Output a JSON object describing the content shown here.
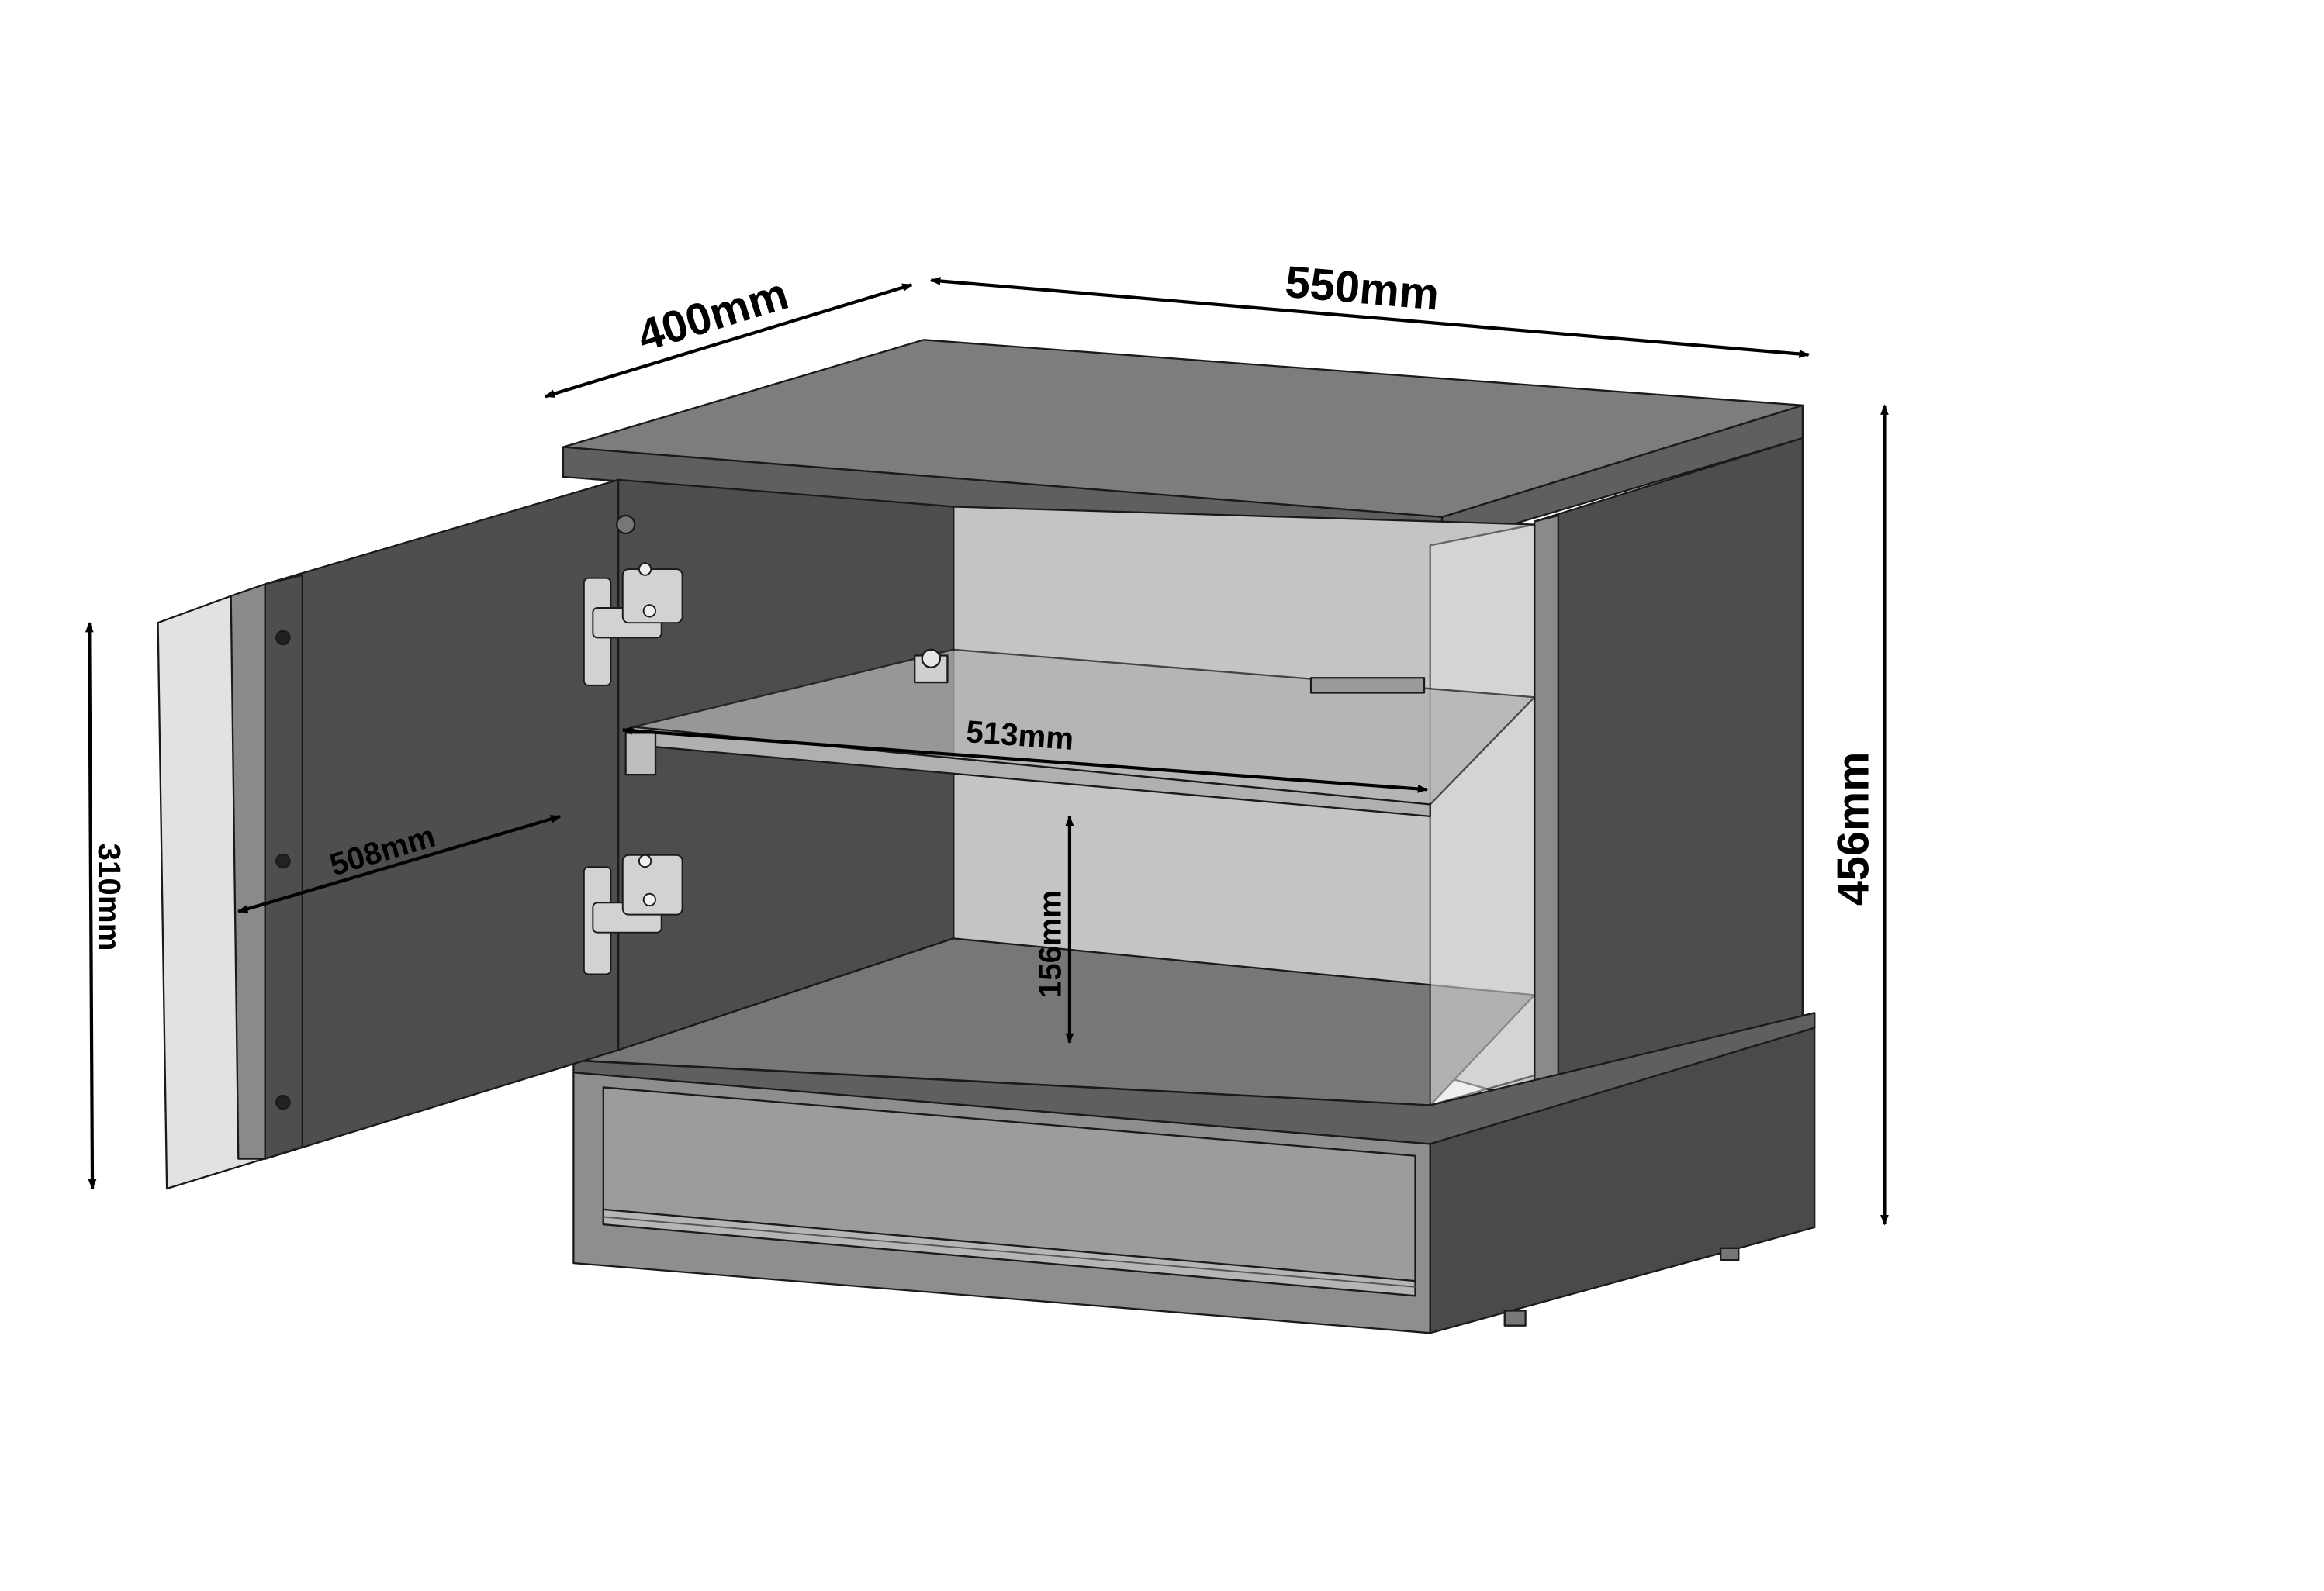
{
  "dimensions": {
    "depth": "400mm",
    "width": "550mm",
    "height": "456mm",
    "door_height": "310mm",
    "door_width": "508mm",
    "inner_width": "513mm",
    "shelf_gap": "156mm"
  },
  "colors": {
    "background": "#ffffff",
    "top_surface": "#7d7d7d",
    "top_edge": "#5f5f5f",
    "side_panel": "#4d4d4d",
    "door_inner": "#4e4e4e",
    "door_edge": "#8a8a8a",
    "glass": "#e2e2e2",
    "interior_back": "#c4c4c4",
    "interior_floor": "#777777",
    "shelf_glass": "#b0b0b0",
    "drawer_front": "#8e8e8e",
    "plinth_side": "#4a4a4a",
    "hinge": "#d0d0d0",
    "outline": "#1a1a1a",
    "arrow": "#000000"
  }
}
